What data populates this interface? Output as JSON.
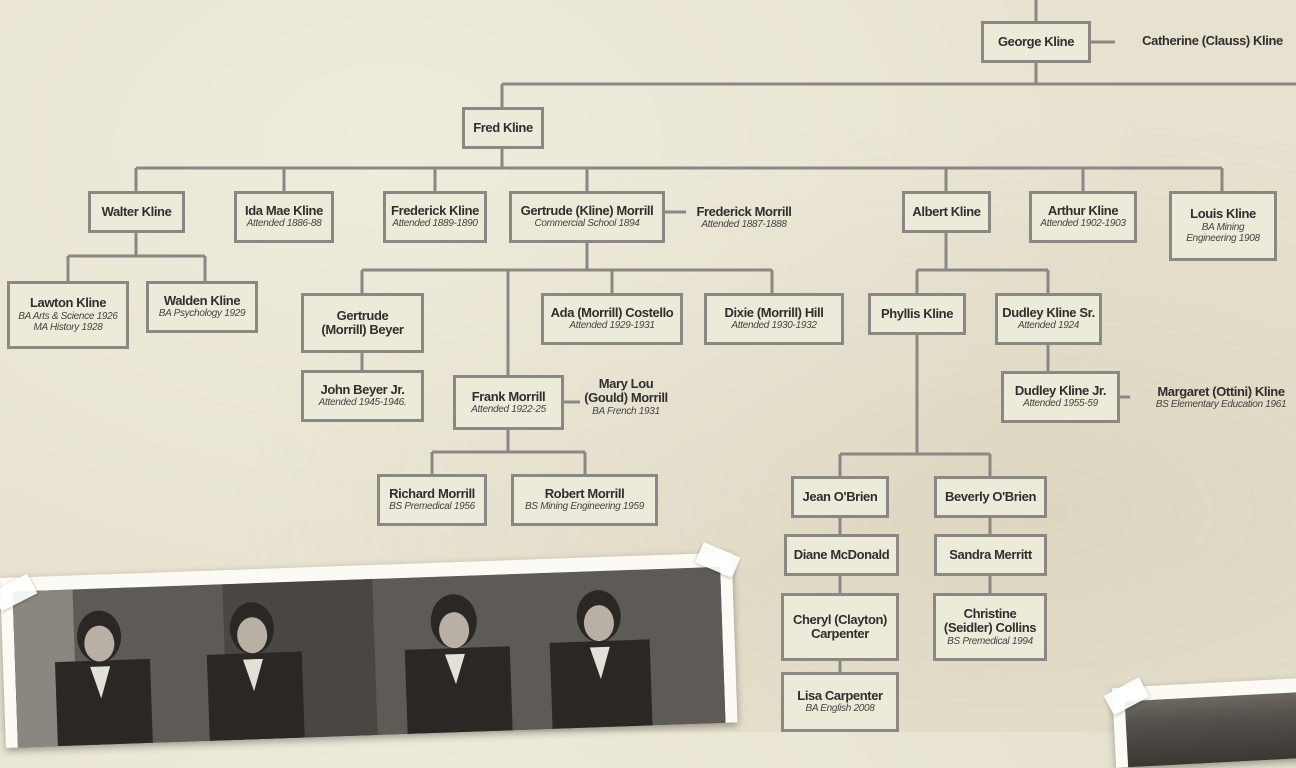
{
  "nodes": [
    {
      "id": "george",
      "name": "George Kline",
      "note": ""
    },
    {
      "id": "fred",
      "name": "Fred Kline",
      "note": ""
    },
    {
      "id": "walter",
      "name": "Walter Kline",
      "note": ""
    },
    {
      "id": "idamae",
      "name": "Ida Mae Kline",
      "note": "Attended 1886-88"
    },
    {
      "id": "frederick",
      "name": "Frederick Kline",
      "note": "Attended 1889-1890"
    },
    {
      "id": "gertrude",
      "name": "Gertrude (Kline) Morrill",
      "note": "Commercial School 1894"
    },
    {
      "id": "albert",
      "name": "Albert Kline",
      "note": ""
    },
    {
      "id": "arthur",
      "name": "Arthur Kline",
      "note": "Attended 1902-1903"
    },
    {
      "id": "louis",
      "name": "Louis Kline",
      "note": "BA Mining\nEngineering 1908"
    },
    {
      "id": "lawton",
      "name": "Lawton Kline",
      "note": "BA Arts & Science 1926\nMA History 1928"
    },
    {
      "id": "walden",
      "name": "Walden Kline",
      "note": "BA Psychology 1929"
    },
    {
      "id": "gbeyer",
      "name": "Gertrude\n(Morrill) Beyer",
      "note": ""
    },
    {
      "id": "ada",
      "name": "Ada (Morrill) Costello",
      "note": "Attended 1929-1931"
    },
    {
      "id": "dixie",
      "name": "Dixie (Morrill) Hill",
      "note": "Attended 1930-1932"
    },
    {
      "id": "johnbeyer",
      "name": "John Beyer Jr.",
      "note": "Attended 1945-1946."
    },
    {
      "id": "frank",
      "name": "Frank Morrill",
      "note": "Attended 1922-25"
    },
    {
      "id": "richard",
      "name": "Richard Morrill",
      "note": "BS Premedical 1956"
    },
    {
      "id": "robert",
      "name": "Robert Morrill",
      "note": "BS Mining Engineering 1959"
    },
    {
      "id": "phyllis",
      "name": "Phyllis Kline",
      "note": ""
    },
    {
      "id": "dudleysr",
      "name": "Dudley Kline Sr.",
      "note": "Attended 1924"
    },
    {
      "id": "dudleyjr",
      "name": "Dudley Kline Jr.",
      "note": "Attended 1955-59"
    },
    {
      "id": "jean",
      "name": "Jean O'Brien",
      "note": ""
    },
    {
      "id": "beverly",
      "name": "Beverly O'Brien",
      "note": ""
    },
    {
      "id": "diane",
      "name": "Diane McDonald",
      "note": ""
    },
    {
      "id": "sandra",
      "name": "Sandra Merritt",
      "note": ""
    },
    {
      "id": "cheryl",
      "name": "Cheryl (Clayton)\nCarpenter",
      "note": ""
    },
    {
      "id": "christine",
      "name": "Christine\n(Seidler) Collins",
      "note": "BS Premedical 1994"
    },
    {
      "id": "lisa",
      "name": "Lisa Carpenter",
      "note": "BA English 2008"
    }
  ],
  "spouses": [
    {
      "id": "catherine",
      "name": "Catherine (Clauss) Kline",
      "note": ""
    },
    {
      "id": "fmorrill",
      "name": "Frederick Morrill",
      "note": "Attended 1887-1888"
    },
    {
      "id": "marylou",
      "name": "Mary Lou\n(Gould) Morrill",
      "note": "BA French 1931"
    },
    {
      "id": "margaret",
      "name": "Margaret (Ottini) Kline",
      "note": "BS Elementary Education 1961"
    }
  ]
}
